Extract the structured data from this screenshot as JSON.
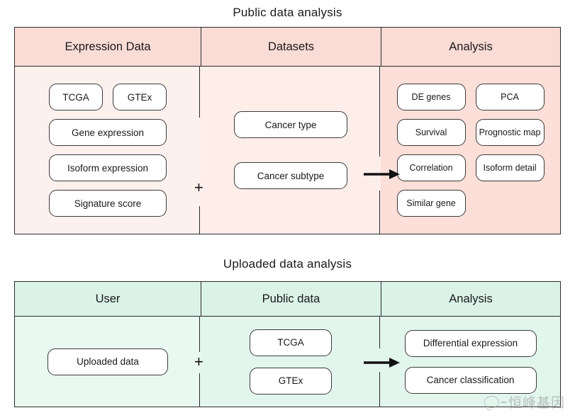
{
  "figure": {
    "watermark": {
      "text": "恒峰基因",
      "logo_icon": "speech-bubble-logo-icon"
    }
  },
  "public_analysis": {
    "title": "Public data analysis",
    "columns": [
      {
        "header": "Expression Data",
        "items": [
          "TCGA",
          "GTEx",
          "Gene expression",
          "Isoform expression",
          "Signature score"
        ]
      },
      {
        "header": "Datasets",
        "items": [
          "Cancer type",
          "Cancer subtype"
        ]
      },
      {
        "header": "Analysis",
        "items": [
          "DE genes",
          "PCA",
          "Survival",
          "Prognostic map",
          "Correlation",
          "Isoform detail",
          "Similar gene"
        ]
      }
    ],
    "connectors": {
      "plus": "+",
      "arrow": "arrow-right-icon"
    },
    "colors": {
      "header_fill": "#fadcd6",
      "body_fill_light": "#fdf1ee",
      "body_fill_mid": "#fdeeea",
      "body_fill_dark": "#fbdfd8",
      "border": "#2b2b2b",
      "pill_fill": "#ffffff",
      "pill_border": "#3a3a3a"
    }
  },
  "uploaded_analysis": {
    "title": "Uploaded data analysis",
    "columns": [
      {
        "header": "User",
        "items": [
          "Uploaded data"
        ]
      },
      {
        "header": "Public data",
        "items": [
          "TCGA",
          "GTEx"
        ]
      },
      {
        "header": "Analysis",
        "items": [
          "Differential expression",
          "Cancer classification"
        ]
      }
    ],
    "connectors": {
      "plus": "+",
      "arrow": "arrow-right-icon"
    },
    "colors": {
      "header_fill": "#dbf2e8",
      "body_fill_light": "#e9f8f1",
      "body_fill_mid": "#e3f6ee",
      "border": "#2b2b2b",
      "pill_fill": "#ffffff",
      "pill_border": "#3a3a3a"
    }
  }
}
